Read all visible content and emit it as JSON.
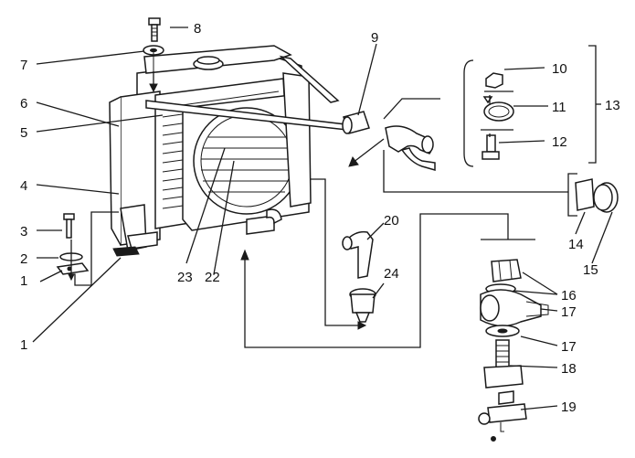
{
  "callouts": [
    {
      "id": "c1a",
      "text": "1"
    },
    {
      "id": "c1b",
      "text": "1"
    },
    {
      "id": "c2",
      "text": "2"
    },
    {
      "id": "c3",
      "text": "3"
    },
    {
      "id": "c4",
      "text": "4"
    },
    {
      "id": "c5",
      "text": "5"
    },
    {
      "id": "c6",
      "text": "6"
    },
    {
      "id": "c7",
      "text": "7"
    },
    {
      "id": "c8",
      "text": "8"
    },
    {
      "id": "c9",
      "text": "9"
    },
    {
      "id": "c10",
      "text": "10"
    },
    {
      "id": "c11",
      "text": "11"
    },
    {
      "id": "c12",
      "text": "12"
    },
    {
      "id": "c13",
      "text": "13"
    },
    {
      "id": "c14",
      "text": "14"
    },
    {
      "id": "c15",
      "text": "15"
    },
    {
      "id": "c16",
      "text": "16"
    },
    {
      "id": "c17a",
      "text": "17"
    },
    {
      "id": "c17b",
      "text": "17"
    },
    {
      "id": "c18",
      "text": "18"
    },
    {
      "id": "c19",
      "text": "19"
    },
    {
      "id": "c20",
      "text": "20"
    },
    {
      "id": "c22",
      "text": "22"
    },
    {
      "id": "c23",
      "text": "23"
    },
    {
      "id": "c24",
      "text": "24"
    }
  ],
  "colors": {
    "ink": "#1a1a1a",
    "paper": "#ffffff"
  }
}
